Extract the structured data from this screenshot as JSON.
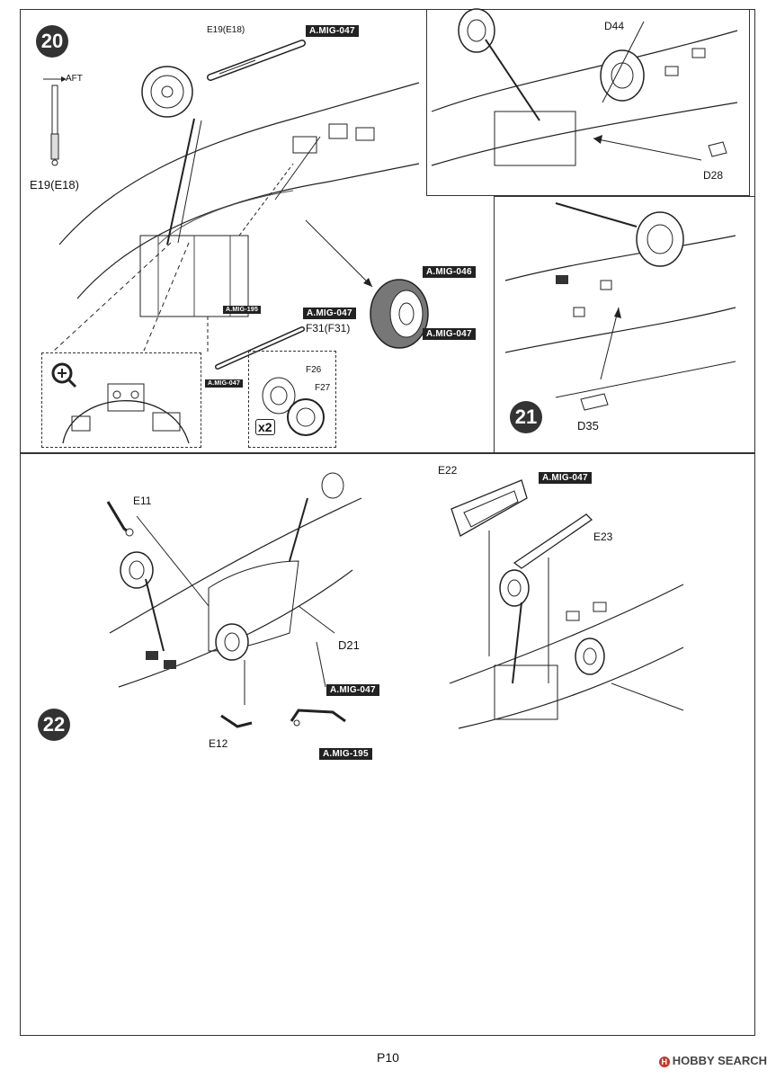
{
  "steps": {
    "s20": {
      "number": "20",
      "aft_label": "AFT",
      "part_e19_top": "E19(E18)",
      "part_e19_side": "E19(E18)",
      "paint_047_top": "A.MIG-047",
      "paint_046": "A.MIG-046",
      "paint_047_wheel": "A.MIG-047",
      "paint_047_mid": "A.MIG-047",
      "paint_195_mid": "A.MIG-195",
      "part_f31": "F31(F31)",
      "paint_047_low": "A.MIG-047",
      "part_f26": "F26",
      "part_f27": "F27",
      "multiplier": "x2",
      "zoom_icon": "magnify-plus-icon"
    },
    "s21": {
      "number": "21",
      "part_d44": "D44",
      "part_d28": "D28",
      "part_d35": "D35"
    },
    "s22": {
      "number": "22",
      "part_e11": "E11",
      "part_d21": "D21",
      "part_e12": "E12",
      "paint_047_l": "A.MIG-047",
      "paint_195_l": "A.MIG-195",
      "part_e22": "E22",
      "paint_047_r": "A.MIG-047",
      "part_e23": "E23"
    }
  },
  "footer": {
    "page": "P10",
    "watermark": "HOBBY SEARCH",
    "watermark_logo": "H"
  }
}
